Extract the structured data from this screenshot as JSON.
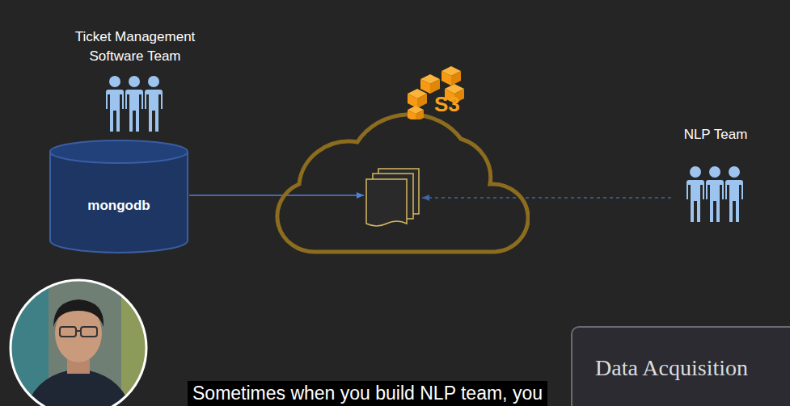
{
  "diagram": {
    "caption": "Sometimes when you build NLP team, you",
    "nodes": [
      {
        "text": [
          "Ticket Management Software Team",
          "mongodb"
        ]
      },
      {
        "text": [
          "S3"
        ]
      },
      {
        "text": [
          "NLP Team"
        ]
      },
      {
        "text": [
          "Data Acquisition"
        ]
      }
    ],
    "edges": [
      {
        "from": 0,
        "to": 1,
        "arrow": "to"
      },
      {
        "from": 2,
        "to": 1,
        "arrow": "to"
      }
    ]
  }
}
